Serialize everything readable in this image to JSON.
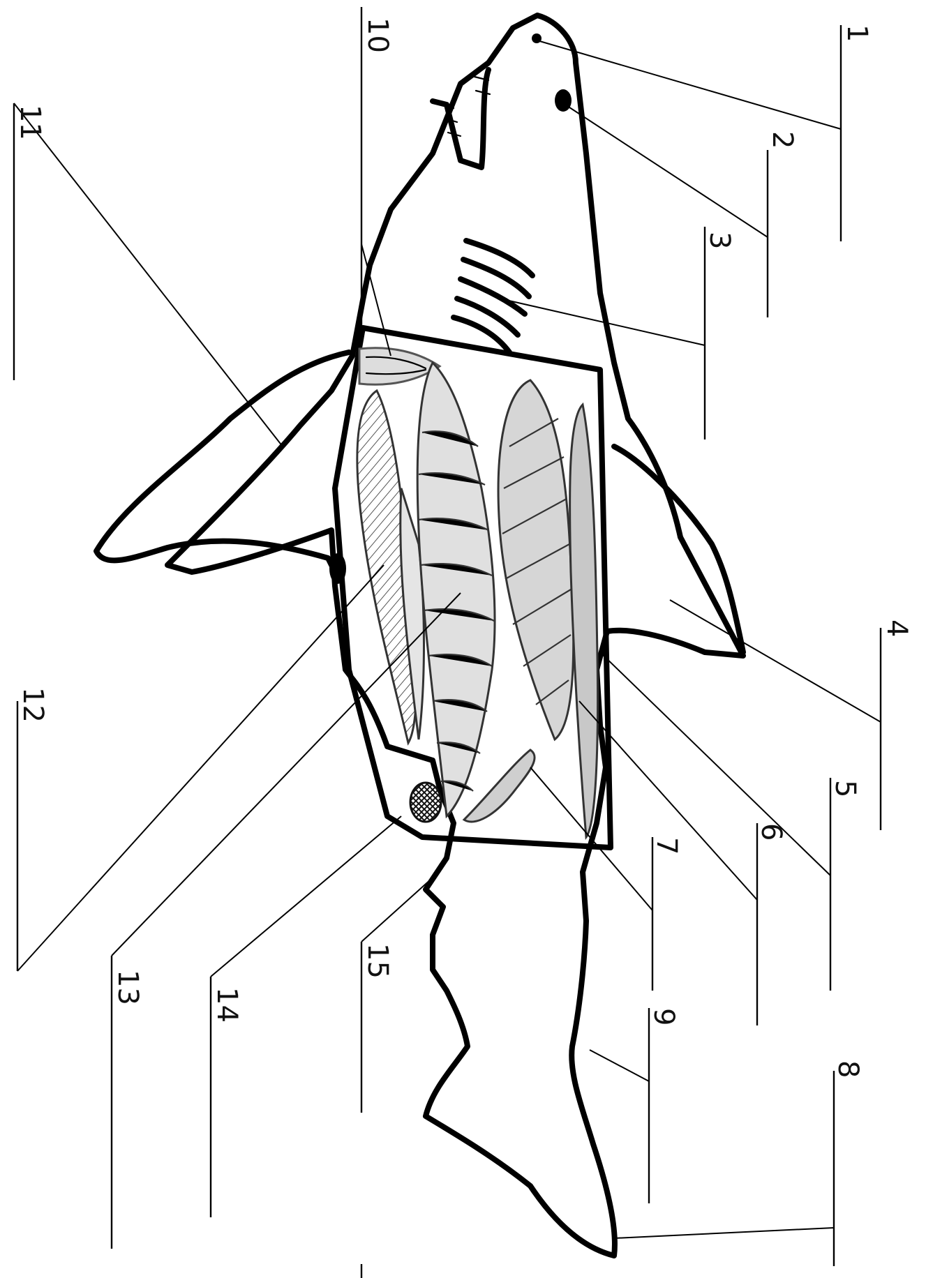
{
  "label_numbers": [
    "1",
    "2",
    "3",
    "4",
    "5",
    "6",
    "7",
    "8",
    "9",
    "10",
    "11",
    "12",
    "13",
    "14",
    "15"
  ],
  "colors": {
    "ink": "#000000",
    "shading": "#bdbdbd",
    "paper": "#ffffff"
  }
}
